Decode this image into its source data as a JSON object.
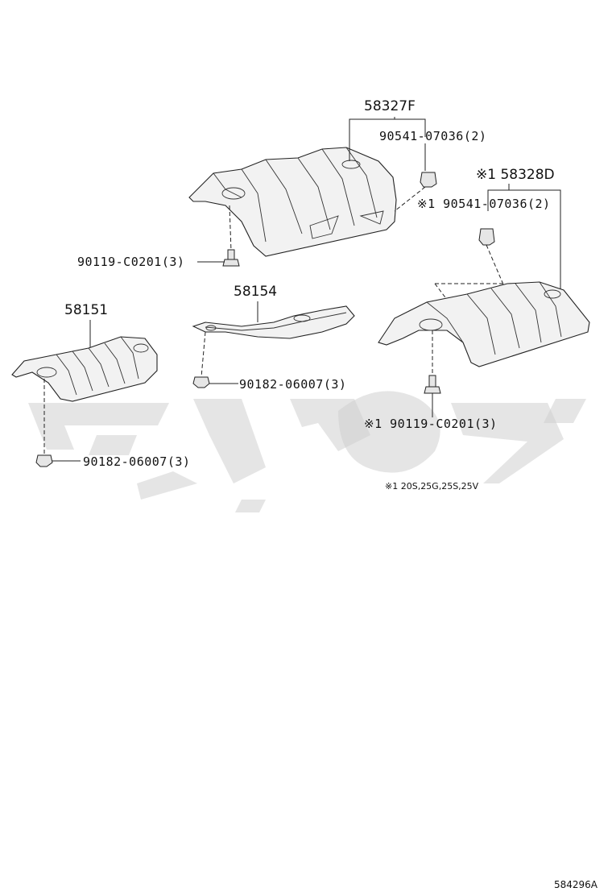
{
  "diagram": {
    "labels": {
      "p58327F": "58327F",
      "p90541_top": "90541-07036(2)",
      "p58328D": "※1 58328D",
      "p90541_right": "※1 90541-07036(2)",
      "p90119_left": "90119-C0201(3)",
      "p58154": "58154",
      "p58151": "58151",
      "p90182_mid": "90182-06007(3)",
      "p90119_right": "※1 90119-C0201(3)",
      "p90182_left": "90182-06007(3)",
      "footnote": "※1 20S,25G,25S,25V",
      "figure_code": "584296A"
    },
    "watermark": "watermark-logo"
  }
}
